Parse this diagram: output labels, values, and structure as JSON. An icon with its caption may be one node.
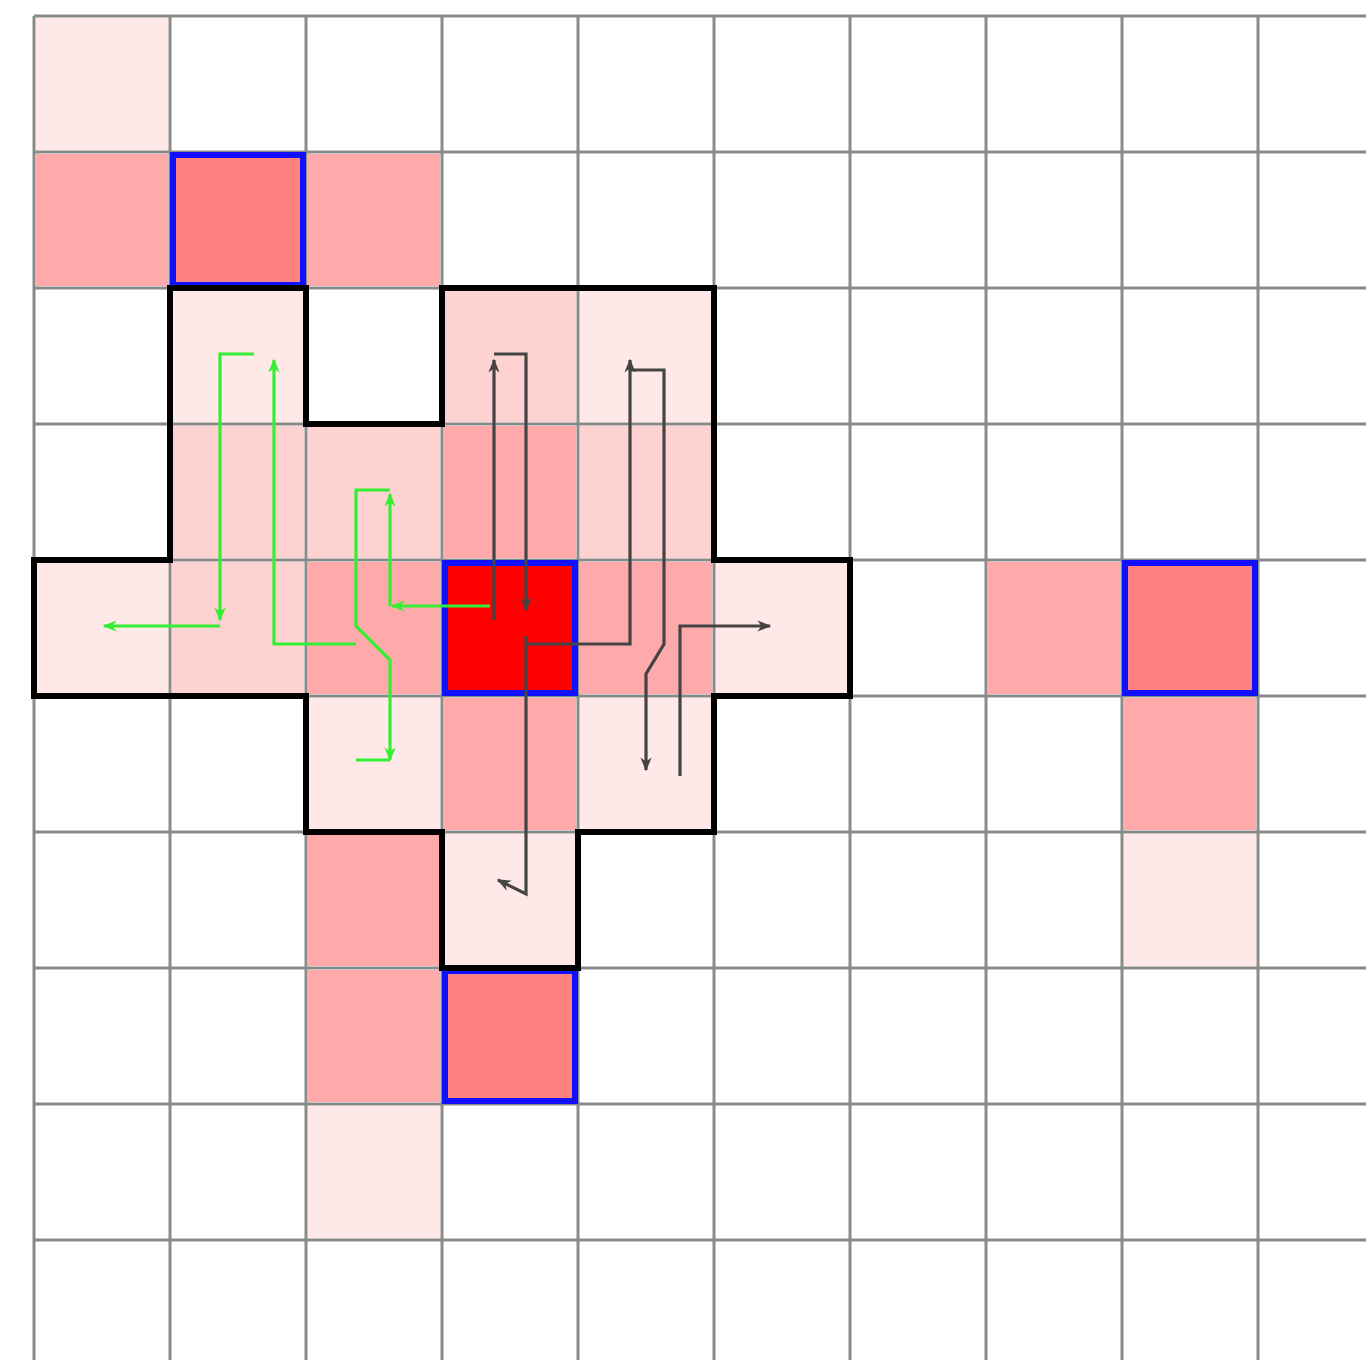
{
  "diagram": {
    "nodes": [
      {
        "text": [],
        "shape": "box"
      },
      {
        "text": [],
        "shape": "box"
      },
      {
        "text": [],
        "shape": "box"
      },
      {
        "text": [],
        "shape": "box"
      },
      {
        "text": [],
        "shape": "box"
      },
      {
        "text": [],
        "shape": "box"
      },
      {
        "text": [],
        "shape": "box"
      },
      {
        "text": [],
        "shape": "box"
      },
      {
        "text": [],
        "shape": "box"
      },
      {
        "text": [],
        "shape": "box"
      },
      {
        "text": [],
        "shape": "box"
      },
      {
        "text": [],
        "shape": "box"
      },
      {
        "text": [],
        "shape": "box"
      },
      {
        "text": [],
        "shape": "box"
      },
      {
        "text": [],
        "shape": "box"
      },
      {
        "text": [],
        "shape": "box"
      },
      {
        "text": [],
        "shape": "box"
      },
      {
        "text": [],
        "shape": "box"
      },
      {
        "text": [],
        "shape": "box"
      },
      {
        "text": [],
        "shape": "box"
      },
      {
        "text": [],
        "shape": "box"
      },
      {
        "text": [],
        "shape": "box"
      },
      {
        "text": [],
        "shape": "box"
      },
      {
        "text": [],
        "shape": "box"
      },
      {
        "text": [],
        "shape": "box"
      },
      {
        "text": [],
        "shape": "box"
      },
      {
        "text": [],
        "shape": "box"
      },
      {
        "text": [],
        "shape": "box"
      },
      {
        "text": [],
        "shape": "box"
      }
    ],
    "edges": [
      {
        "from": 14,
        "to": 13,
        "arrow": "to",
        "color": "#33ee33"
      },
      {
        "from": 13,
        "to": 8,
        "arrow": "to",
        "color": "#33ee33"
      },
      {
        "from": 8,
        "to": 13,
        "arrow": "none",
        "color": "#33ee33"
      },
      {
        "from": 13,
        "to": 19,
        "arrow": "to",
        "color": "#33ee33"
      },
      {
        "from": 13,
        "to": 12,
        "arrow": "none",
        "color": "#33ee33"
      },
      {
        "from": 12,
        "to": 7,
        "arrow": "none",
        "color": "#33ee33"
      },
      {
        "from": 7,
        "to": 4,
        "arrow": "to",
        "color": "#33ee33"
      },
      {
        "from": 4,
        "to": 7,
        "arrow": "none",
        "color": "#33ee33"
      },
      {
        "from": 7,
        "to": 12,
        "arrow": "to",
        "color": "#33ee33"
      },
      {
        "from": 12,
        "to": 11,
        "arrow": "to",
        "color": "#33ee33"
      },
      {
        "from": 14,
        "to": 9,
        "arrow": "none"
      },
      {
        "from": 9,
        "to": 5,
        "arrow": "to"
      },
      {
        "from": 5,
        "to": 9,
        "arrow": "none"
      },
      {
        "from": 9,
        "to": 14,
        "arrow": "to"
      },
      {
        "from": 14,
        "to": 20,
        "arrow": "none"
      },
      {
        "from": 20,
        "to": 24,
        "arrow": "to"
      },
      {
        "from": 14,
        "to": 15,
        "arrow": "none"
      },
      {
        "from": 15,
        "to": 10,
        "arrow": "none"
      },
      {
        "from": 10,
        "to": 6,
        "arrow": "to"
      },
      {
        "from": 6,
        "to": 10,
        "arrow": "none"
      },
      {
        "from": 10,
        "to": 15,
        "arrow": "none"
      },
      {
        "from": 15,
        "to": 21,
        "arrow": "to"
      },
      {
        "from": 21,
        "to": 15,
        "arrow": "none"
      },
      {
        "from": 15,
        "to": 16,
        "arrow": "to"
      }
    ]
  }
}
